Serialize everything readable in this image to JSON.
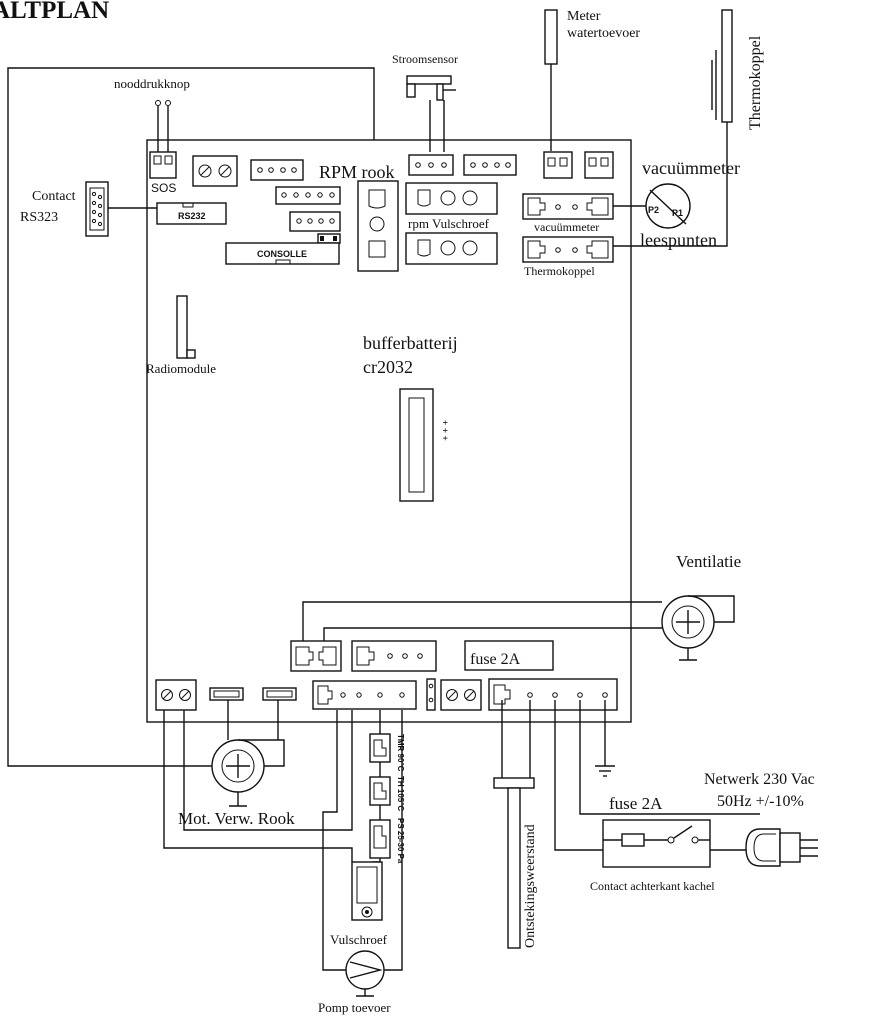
{
  "title": "ALTPLAN",
  "labels": {
    "nooddrukknop": "nooddrukknop",
    "sos": "SOS",
    "contact_rs": "Contact",
    "rs323": "RS323",
    "rs232_chip": "RS232",
    "consolle": "CONSOLLE",
    "stroomsensor": "Stroomsensor",
    "meter_line1": "Meter",
    "meter_line2": "watertoevoer",
    "thermokoppel_probe": "Thermokoppel",
    "rpm_rook": "RPM rook",
    "vacuummeter": "vacuümmeter",
    "vacuummeter_conn": "vacuümmeter",
    "leespunten": "leespunten",
    "p1": "P1",
    "p2": "P2",
    "thermokoppel_conn": "Thermokoppel",
    "rpm_vulschroef": "rpm Vulschroef",
    "radiomodule": "Radiomodule",
    "buffer_line1": "bufferbatterij",
    "buffer_line2": "cr2032",
    "plus_signs": "+ + +",
    "ventilatie": "Ventilatie",
    "fuse_board": "fuse 2A",
    "mot_verw_rook": "Mot. Verw. Rook",
    "thermostat_1": "TMR 90°C",
    "thermostat_2": "TH 105°C",
    "pressure_switch": "PS 25-30 Pa",
    "vulschroef": "Vulschroef",
    "pomp_toevoer": "Pomp toevoer",
    "ontsteking": "Ontstekingsweerstand",
    "fuse_ext": "fuse 2A",
    "netwerk_line1": "Netwerk 230 Vac",
    "netwerk_line2": "50Hz +/-10%",
    "contact_achterkant": "Contact achterkant kachel"
  }
}
